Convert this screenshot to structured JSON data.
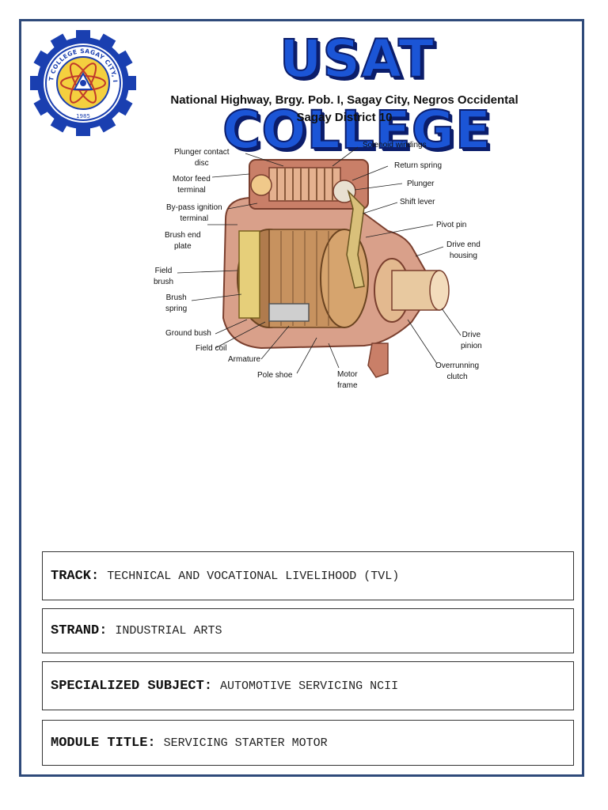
{
  "header": {
    "college_name": "USAT COLLEGE",
    "address_line1": "National Highway, Brgy. Pob. I, Sagay City, Negros Occidental",
    "address_line2": "Sagay District 10"
  },
  "seal": {
    "ring_text": "USAT COLLEGE SAGAY CITY, INC.",
    "year": "1985",
    "gear_color": "#1a3fb0",
    "ring_color": "#1a3fb0",
    "center_color": "#f4d03f"
  },
  "figure": {
    "callouts": {
      "plunger_contact_disc": "Plunger contact\ndisc",
      "motor_feed_terminal": "Motor feed\nterminal",
      "bypass_ignition_terminal": "By-pass ignition\nterminal",
      "brush_end_plate": "Brush end\nplate",
      "field_brush": "Field\nbrush",
      "brush_spring": "Brush\nspring",
      "ground_bush": "Ground bush",
      "field_coil": "Field coil",
      "armature": "Armature",
      "pole_shoe": "Pole shoe",
      "motor_frame": "Motor\nframe",
      "solenoid_windings": "Solenoid windings",
      "return_spring": "Return spring",
      "plunger": "Plunger",
      "shift_lever": "Shift lever",
      "pivot_pin": "Pivot pin",
      "drive_end_housing": "Drive end\nhousing",
      "drive_pinion": "Drive\npinion",
      "overrunning_clutch": "Overrunning\nclutch"
    }
  },
  "info": {
    "track": {
      "label": "TRACK:",
      "value": "TECHNICAL AND VOCATIONAL LIVELIHOOD (TVL)"
    },
    "strand": {
      "label": "STRAND:",
      "value": "INDUSTRIAL ARTS"
    },
    "subject": {
      "label": "SPECIALIZED SUBJECT:",
      "value": "AUTOMOTIVE SERVICING NCII"
    },
    "module": {
      "label": "MODULE TITLE:",
      "value": "SERVICING STARTER MOTOR"
    }
  }
}
